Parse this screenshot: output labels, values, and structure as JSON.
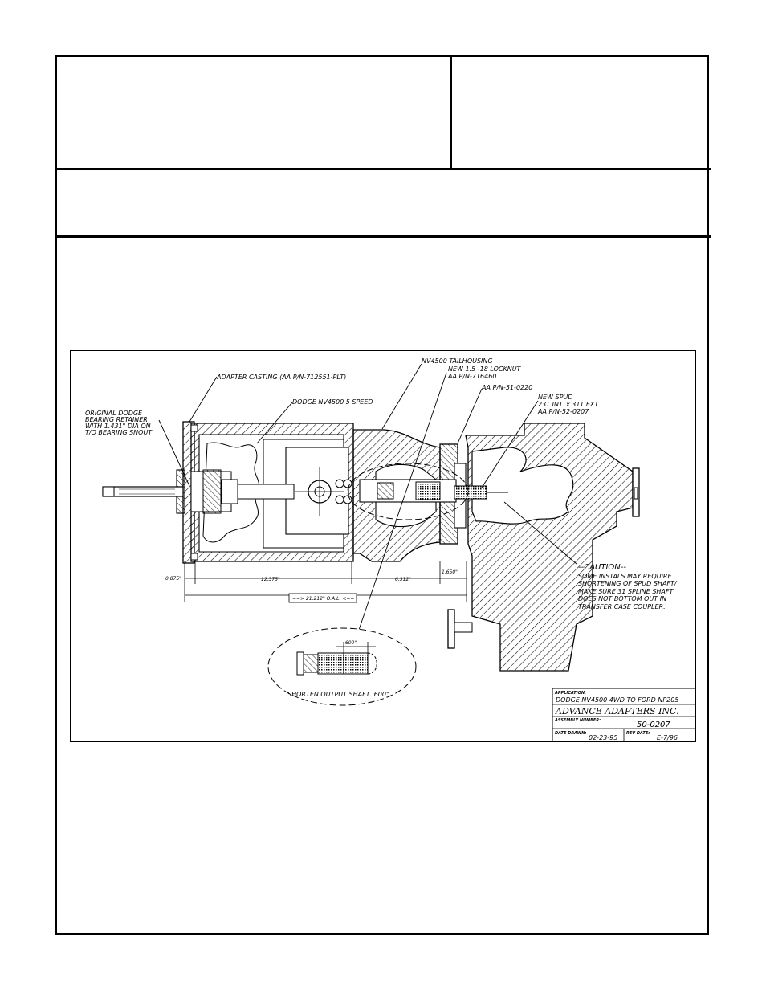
{
  "callouts": {
    "tailhousing": "NV4500 TAILHOUSING",
    "locknut_1": "NEW 1.5 -18 LOCKNUT",
    "locknut_2": "AA P/N-716460",
    "adapter_pn": "AA P/N-51-0220",
    "adapter_casting": "ADAPTER CASTING (AA P/N-712551-PLT)",
    "trans_name": "DODGE NV4500 5 SPEED",
    "spud_1": "NEW SPUD",
    "spud_2": "23T INT. x 31T EXT.",
    "spud_3": "AA P/N-52-0207",
    "retainer_1": "ORIGINAL DODGE",
    "retainer_2": "BEARING RETAINER",
    "retainer_3": "WITH 1.431\" DIA ON",
    "retainer_4": "T/O BEARING SNOUT"
  },
  "dimensions": {
    "d1": "0.875\"",
    "d2": "12.375\"",
    "d3": "6.312\"",
    "d4": "1.650\"",
    "oal": "==> 21.212\" O.A.L. <=="
  },
  "caution": {
    "title": "--CAUTION--",
    "lines": [
      "SOME INSTALS MAY REQUIRE",
      "SHORTENING OF SPUD SHAFT/",
      "MAKE SURE 31 SPLINE SHAFT",
      "DOES NOT BOTTOM OUT IN",
      "TRANSFER CASE COUPLER."
    ]
  },
  "detail": {
    "dim": ".600\"",
    "label": "SHORTEN OUTPUT SHAFT .600\""
  },
  "title_block": {
    "application_label": "APPLICATION:",
    "application": "DODGE NV4500 4WD TO FORD NP205",
    "company": "ADVANCE ADAPTERS INC.",
    "assembly_label": "ASSEMBLY NUMBER:",
    "assembly_number": "50-0207",
    "date_drawn_label": "DATE DRAWN:",
    "date_drawn": "02-23-95",
    "rev_date_label": "REV DATE:",
    "rev_date": "E-7/96"
  }
}
